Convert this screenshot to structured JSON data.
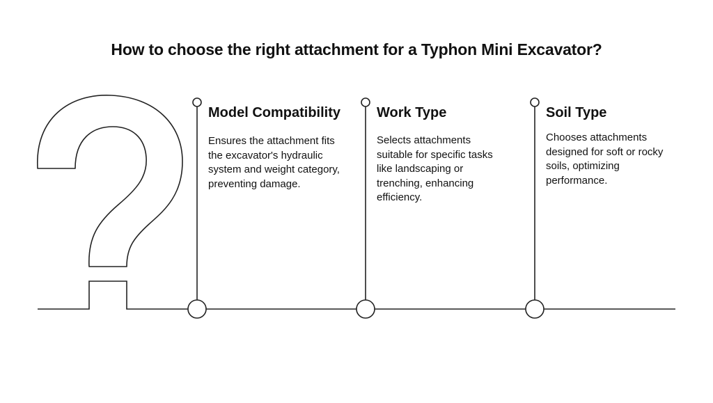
{
  "title": "How to choose the right attachment for a Typhon Mini Excavator?",
  "items": [
    {
      "heading": "Model Compatibility",
      "description": "Ensures the attachment fits the excavator's hydraulic system and weight category, preventing damage."
    },
    {
      "heading": "Work Type",
      "description": "Selects attachments suitable for specific tasks like landscaping or trenching, enhancing efficiency."
    },
    {
      "heading": "Soil Type",
      "description": "Chooses attachments designed for soft or rocky soils, optimizing performance."
    }
  ],
  "colors": {
    "line": "#222222",
    "text": "#111111",
    "background": "#ffffff"
  },
  "icons": [
    "question-mark-icon"
  ]
}
